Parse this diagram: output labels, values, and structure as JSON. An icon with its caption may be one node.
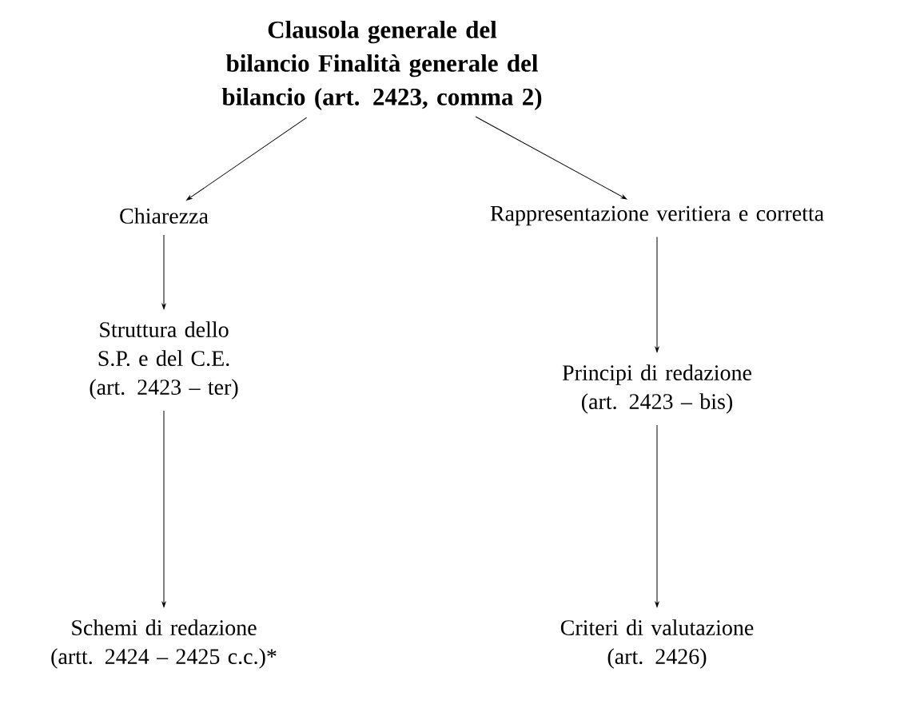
{
  "diagram": {
    "nodes": [
      {
        "text": [
          "Clausola generale del bilancio Finalità generale del bilancio (art. 2423,  comma 2)"
        ]
      },
      {
        "text": [
          "Chiarezza"
        ]
      },
      {
        "text": [
          "Rappresentazione veritiera e corretta"
        ]
      },
      {
        "text": [
          "Struttura dello S.P. e del C.E. (art. 2423 – ter)"
        ]
      },
      {
        "text": [
          "Principi di redazione (art. 2423 – bis)"
        ]
      },
      {
        "text": [
          "Schemi di redazione (artt. 2424 – 2425 c.c.)*"
        ]
      },
      {
        "text": [
          "Criteri di valutazione (art. 2426)"
        ]
      }
    ],
    "edges": [
      {
        "from": 0,
        "to": 1,
        "arrow": "to"
      },
      {
        "from": 0,
        "to": 2,
        "arrow": "to"
      },
      {
        "from": 1,
        "to": 3,
        "arrow": "to"
      },
      {
        "from": 2,
        "to": 4,
        "arrow": "to"
      },
      {
        "from": 3,
        "to": 5,
        "arrow": "to"
      },
      {
        "from": 4,
        "to": 6,
        "arrow": "to"
      }
    ]
  }
}
